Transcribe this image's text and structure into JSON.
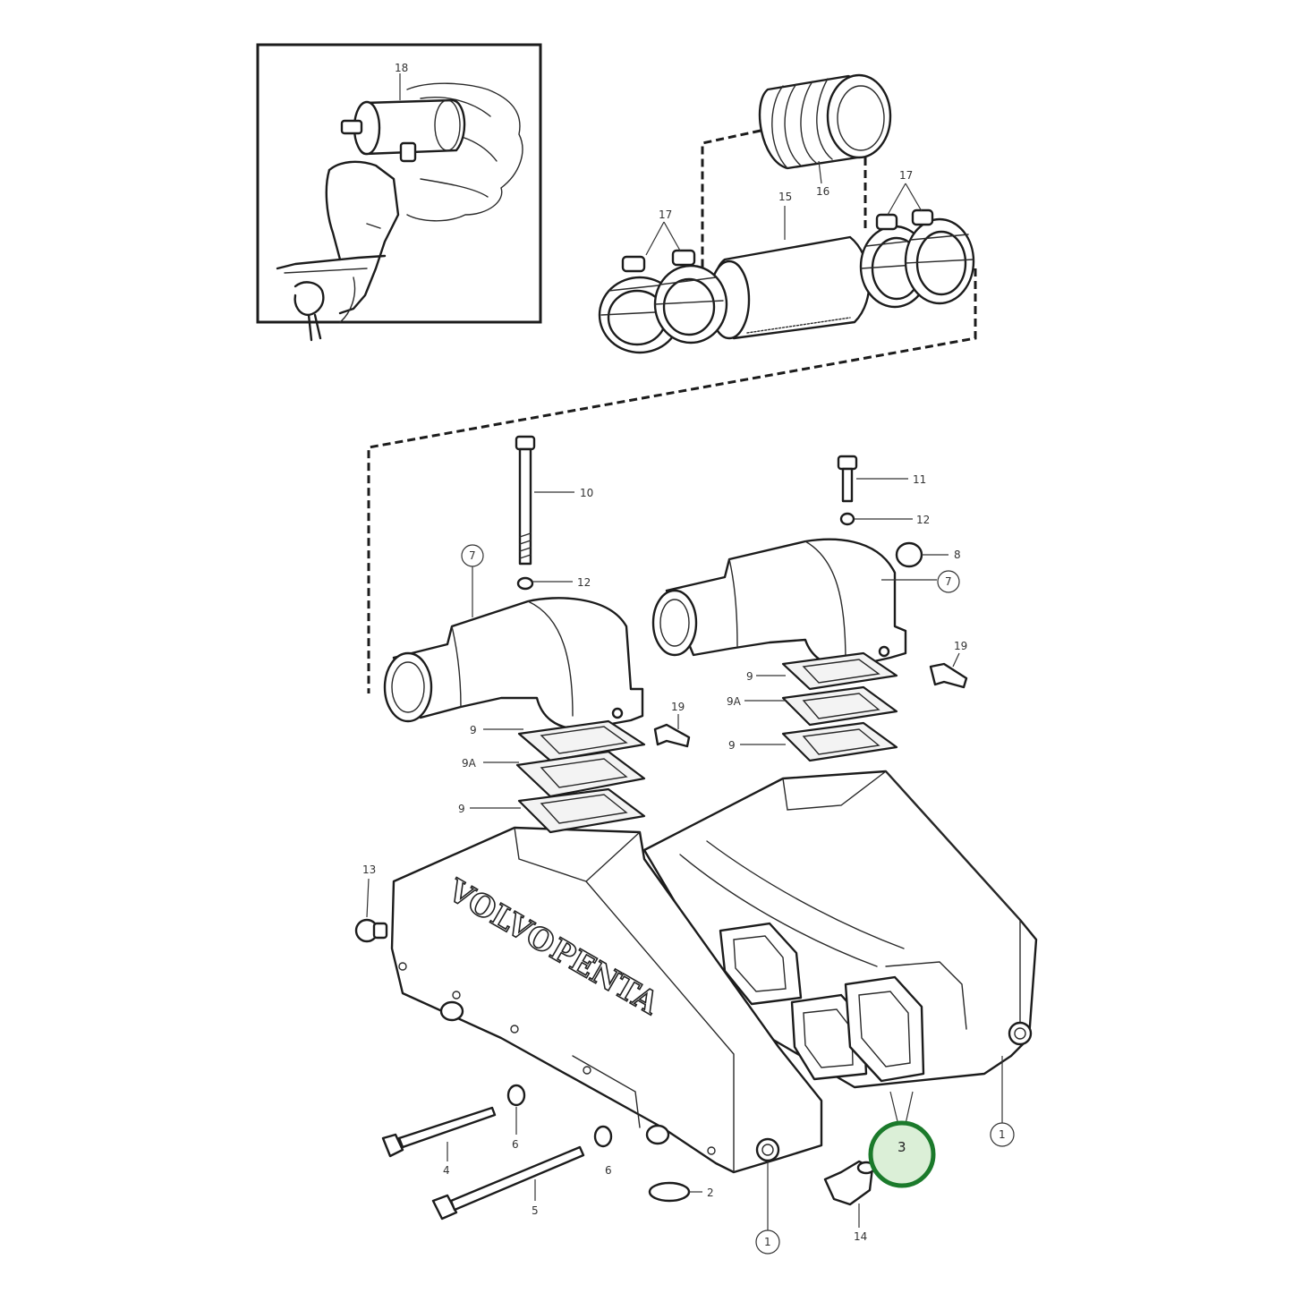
{
  "brand": {
    "line1": "VOLVO",
    "line2": "PENTA"
  },
  "labels": {
    "l18": "18",
    "l16": "16",
    "l15": "15",
    "l17a": "17",
    "l17b": "17",
    "l10": "10",
    "l11": "11",
    "l12a": "12",
    "l12b": "12",
    "l8": "8",
    "l7a": "7",
    "l7b": "7",
    "l19a": "19",
    "l19b": "19",
    "l9a": "9",
    "l9Aa": "9A",
    "l9b": "9",
    "l9c": "9",
    "l9Ab": "9A",
    "l9d": "9",
    "l13": "13",
    "l4": "4",
    "l6a": "6",
    "l5": "5",
    "l6b": "6",
    "l2": "2",
    "l1a": "1",
    "l1b": "1",
    "l14": "14",
    "l3": "3"
  },
  "highlight": {
    "part": "3",
    "color": "#1b7a2b"
  }
}
